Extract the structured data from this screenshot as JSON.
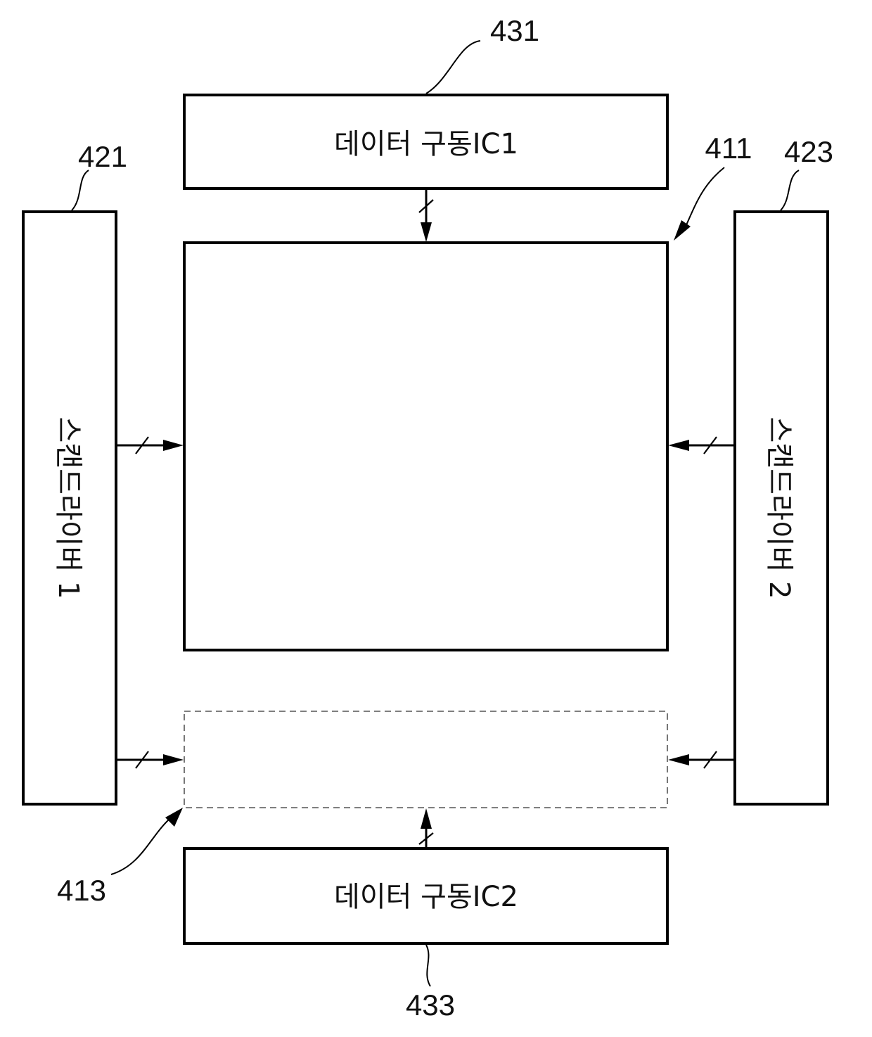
{
  "diagram": {
    "blocks": {
      "data_driver_ic1": {
        "label": "데이터 구동IC1"
      },
      "data_driver_ic2": {
        "label": "데이터 구동IC2"
      },
      "scan_driver_1": {
        "label": "스캔드라이버 1"
      },
      "scan_driver_2": {
        "label": "스캔드라이버 2"
      }
    },
    "reference_numerals": {
      "r431": "431",
      "r421": "421",
      "r411": "411",
      "r423": "423",
      "r413": "413",
      "r433": "433"
    }
  }
}
